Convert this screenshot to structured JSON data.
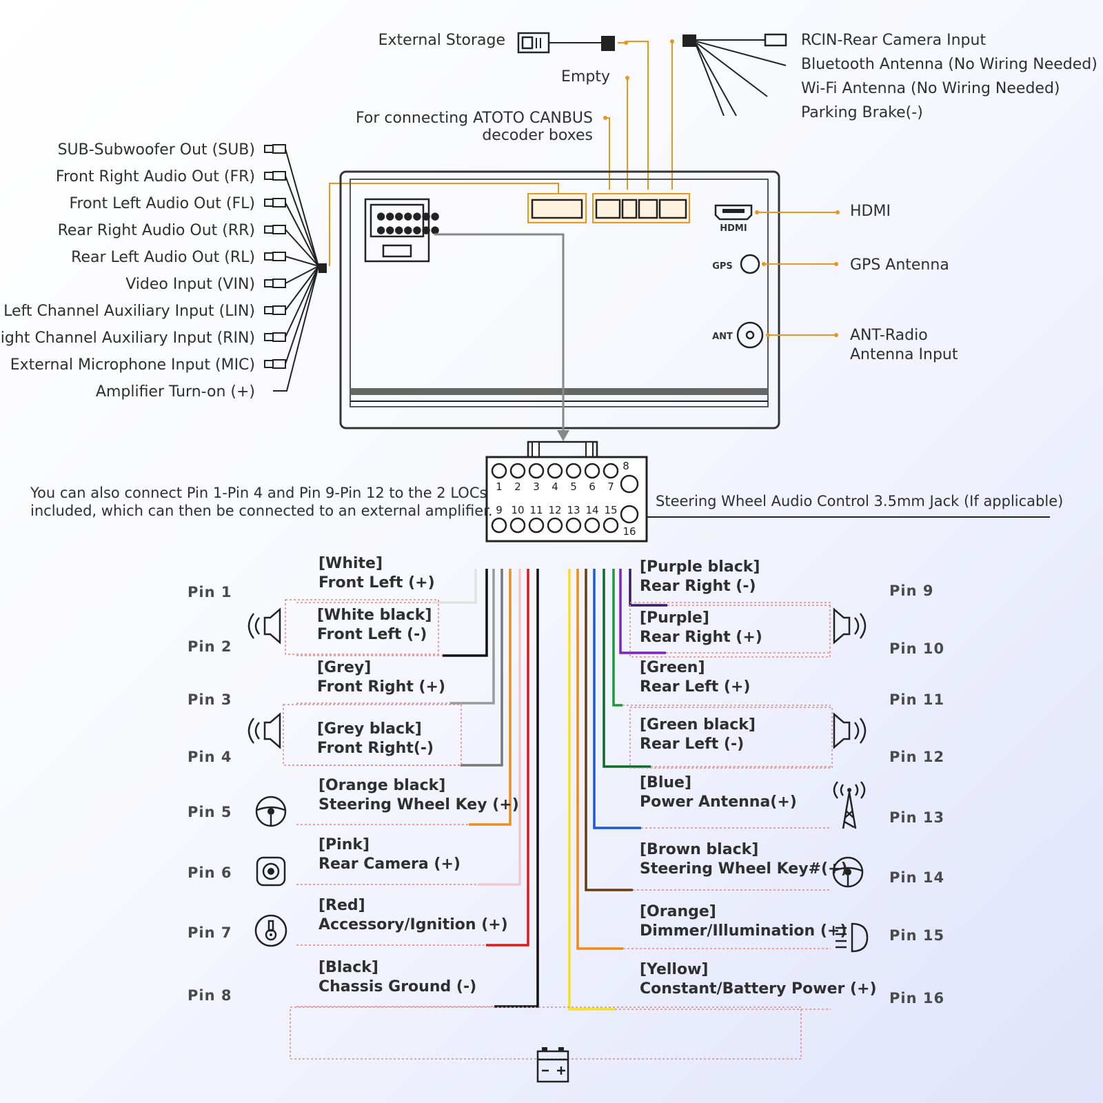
{
  "top": {
    "external_storage": "External Storage",
    "empty": "Empty",
    "canbus_line1": "For connecting ATOTO CANBUS",
    "canbus_line2": "decoder boxes",
    "rcin": "RCIN-Rear Camera Input",
    "bluetooth": "Bluetooth Antenna (No Wiring Needed)",
    "wifi": "Wi-Fi Antenna (No Wiring Needed)",
    "parking": "Parking Brake(-)"
  },
  "left_rca": [
    "SUB-Subwoofer Out (SUB)",
    "Front Right Audio Out (FR)",
    "Front Left Audio Out (FL)",
    "Rear Right Audio Out (RR)",
    "Rear Left Audio Out (RL)",
    "Video Input (VIN)",
    "Left Channel Auxiliary Input (LIN)",
    "Right Channel Auxiliary Input (RIN)",
    "External Microphone Input (MIC)",
    "Amplifier Turn-on (+)"
  ],
  "unit": {
    "hdmi_port": "HDMI",
    "gps_port": "GPS",
    "ant_port": "ANT",
    "hdmi_label": "HDMI",
    "gps_label": "GPS Antenna",
    "ant_line1": "ANT-Radio",
    "ant_line2": "Antenna Input"
  },
  "harness": {
    "note_line1": "You can also connect Pin 1-Pin 4 and Pin 9-Pin 12 to the 2 LOCs",
    "note_line2": "included, which can then be connected to an external amplifier.",
    "steering_jack": "Steering Wheel Audio Control 3.5mm Jack (If applicable)",
    "top_numbers": [
      "1",
      "2",
      "3",
      "4",
      "5",
      "6",
      "7",
      "8"
    ],
    "bottom_numbers": [
      "9",
      "10",
      "11",
      "12",
      "13",
      "14",
      "15",
      "16"
    ]
  },
  "pins_left": [
    {
      "pin": "Pin 1",
      "color_name": "[White]",
      "function": "Front Left (+)",
      "wire": "#e2e2e2"
    },
    {
      "pin": "Pin 2",
      "color_name": "[White black]",
      "function": "Front Left (-)",
      "wire": "#111111"
    },
    {
      "pin": "Pin 3",
      "color_name": "[Grey]",
      "function": "Front Right (+)",
      "wire": "#9a9a9a"
    },
    {
      "pin": "Pin 4",
      "color_name": "[Grey black]",
      "function": "Front Right(-)",
      "wire": "#777777"
    },
    {
      "pin": "Pin 5",
      "color_name": "[Orange black]",
      "function": "Steering Wheel Key (+)",
      "wire": "#e8901e"
    },
    {
      "pin": "Pin 6",
      "color_name": "[Pink]",
      "function": "Rear Camera (+)",
      "wire": "#f0c8d0"
    },
    {
      "pin": "Pin 7",
      "color_name": "[Red]",
      "function": "Accessory/Ignition (+)",
      "wire": "#e01818"
    },
    {
      "pin": "Pin 8",
      "color_name": "[Black]",
      "function": "Chassis Ground (-)",
      "wire": "#111111"
    }
  ],
  "pins_right": [
    {
      "pin": "Pin 9",
      "color_name": "[Purple black]",
      "function": "Rear Right (-)",
      "wire": "#3a1a6a"
    },
    {
      "pin": "Pin 10",
      "color_name": "[Purple]",
      "function": "Rear Right (+)",
      "wire": "#7a22c8"
    },
    {
      "pin": "Pin 11",
      "color_name": "[Green]",
      "function": "Rear Left (+)",
      "wire": "#1a9a3a"
    },
    {
      "pin": "Pin 12",
      "color_name": "[Green black]",
      "function": "Rear Left (-)",
      "wire": "#0e6a2a"
    },
    {
      "pin": "Pin 13",
      "color_name": "[Blue]",
      "function": "Power Antenna(+)",
      "wire": "#1a5ad8"
    },
    {
      "pin": "Pin 14",
      "color_name": "[Brown black]",
      "function": "Steering Wheel Key#(+)",
      "wire": "#6a3a10"
    },
    {
      "pin": "Pin 15",
      "color_name": "[Orange]",
      "function": "Dimmer/Illumination (+)",
      "wire": "#f08c10"
    },
    {
      "pin": "Pin 16",
      "color_name": "[Yellow]",
      "function": "Constant/Battery Power (+)",
      "wire": "#f8e020"
    }
  ],
  "icons": {
    "speaker": "speaker-icon",
    "steering": "steering-wheel-icon",
    "camera": "camera-icon",
    "ignition": "ignition-icon",
    "antenna": "antenna-tower-icon",
    "headlight": "headlight-icon",
    "battery": "battery-icon"
  }
}
